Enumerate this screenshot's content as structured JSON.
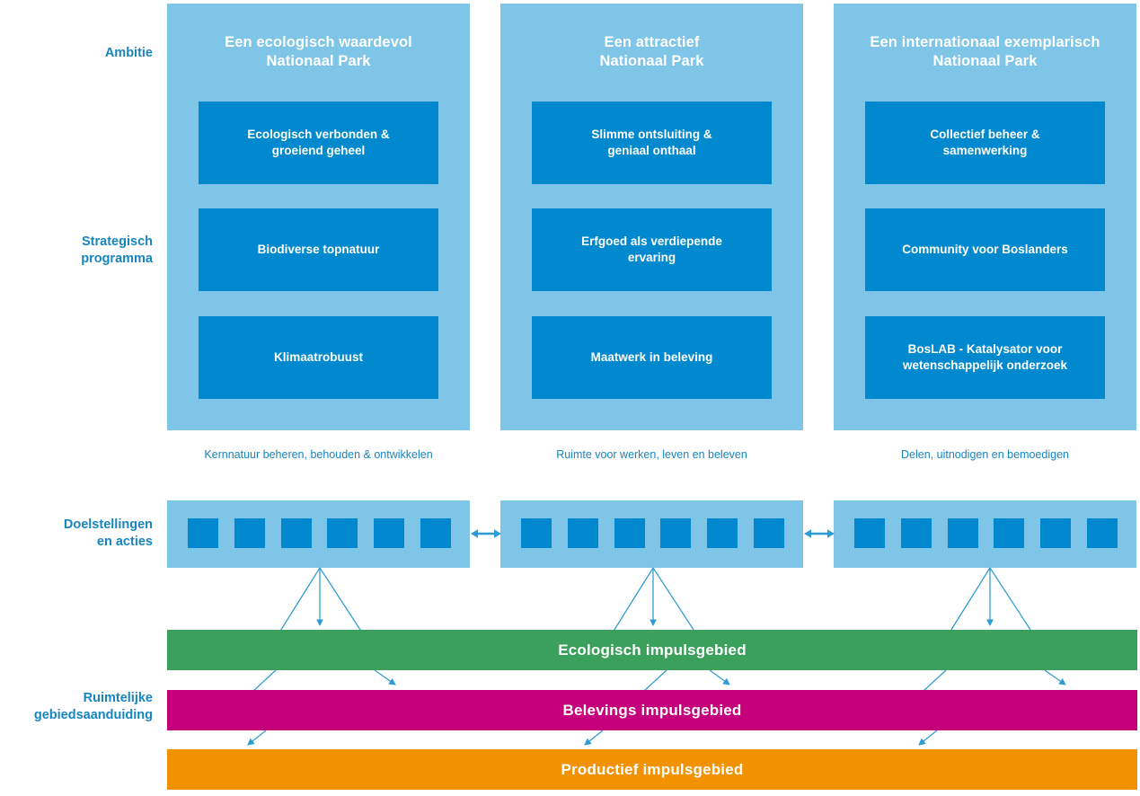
{
  "row_labels": {
    "ambitie": "Ambitie",
    "strategisch_programma": "Strategisch\nprogramma",
    "doelstellingen_en_acties": "Doelstellingen\nen acties",
    "ruimtelijke_gebiedsaanduiding": "Ruimtelijke\ngebiedsaanduiding"
  },
  "colors": {
    "light_blue": "#7EC5E8",
    "mid_blue": "#0089CF",
    "label_blue": "#1785C0",
    "green": "#3BA05C",
    "magenta": "#C5007C",
    "orange": "#F39200",
    "white": "#FFFFFF"
  },
  "columns": [
    {
      "title": "Een ecologisch waardevol\nNationaal Park",
      "programmes": [
        "Ecologisch verbonden &\ngroeiend geheel",
        "Biodiverse topnatuur",
        "Klimaatrobuust"
      ],
      "caption": "Kernnatuur beheren, behouden & ontwikkelen",
      "goal_squares": 6
    },
    {
      "title": "Een attractief\nNationaal Park",
      "programmes": [
        "Slimme ontsluiting &\ngeniaal onthaal",
        "Erfgoed als verdiepende\nervaring",
        "Maatwerk in beleving"
      ],
      "caption": "Ruimte voor werken, leven en beleven",
      "goal_squares": 6
    },
    {
      "title": "Een internationaal exemplarisch\nNationaal Park",
      "programmes": [
        "Collectief beheer &\nsamenwerking",
        "Community voor Boslanders",
        "BosLAB - Katalysator voor\nwetenschappelijk onderzoek"
      ],
      "caption": "Delen, uitnodigen en bemoedigen",
      "goal_squares": 6
    }
  ],
  "impulsgebieden": [
    {
      "label": "Ecologisch impulsgebied",
      "color": "#3BA05C"
    },
    {
      "label": "Belevings impulsgebied",
      "color": "#C5007C"
    },
    {
      "label": "Productief impulsgebied",
      "color": "#F39200"
    }
  ],
  "connector_arrows": {
    "between_goal_bands": [
      {
        "name": "double-arrow-left",
        "direction": "bidirectional"
      },
      {
        "name": "double-arrow-right",
        "direction": "bidirectional"
      }
    ],
    "arrow_color": "#2E9BD4"
  }
}
